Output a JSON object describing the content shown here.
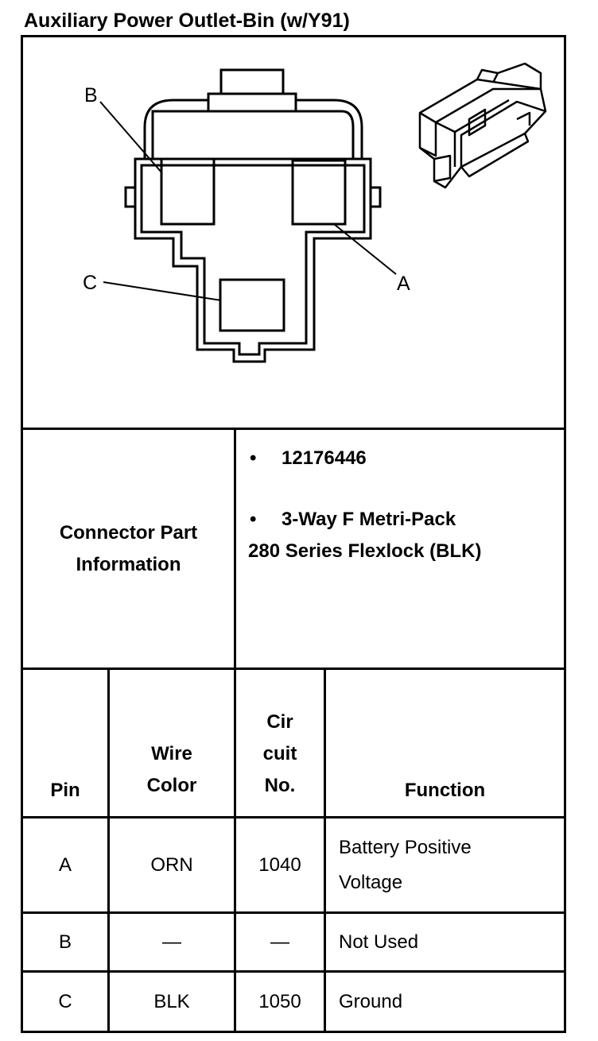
{
  "title": "Auxiliary Power Outlet-Bin (w/Y91)",
  "diagram": {
    "labels": {
      "a": "A",
      "b": "B",
      "c": "C"
    }
  },
  "part_info": {
    "label": "Connector Part Information",
    "bullets": [
      "12176446",
      "3-Way F Metri-Pack"
    ],
    "continuation": "280 Series Flexlock (BLK)"
  },
  "table": {
    "headers": {
      "pin": "Pin",
      "wire_color": [
        "Wire",
        "Color"
      ],
      "circuit": [
        "Cir",
        "cuit",
        "No."
      ],
      "function": "Function"
    },
    "rows": [
      {
        "pin": "A",
        "wire": "ORN",
        "circuit": "1040",
        "function": [
          "Battery Positive",
          "Voltage"
        ]
      },
      {
        "pin": "B",
        "wire": "—",
        "circuit": "—",
        "function": [
          "Not Used"
        ]
      },
      {
        "pin": "C",
        "wire": "BLK",
        "circuit": "1050",
        "function": [
          "Ground"
        ]
      }
    ]
  }
}
